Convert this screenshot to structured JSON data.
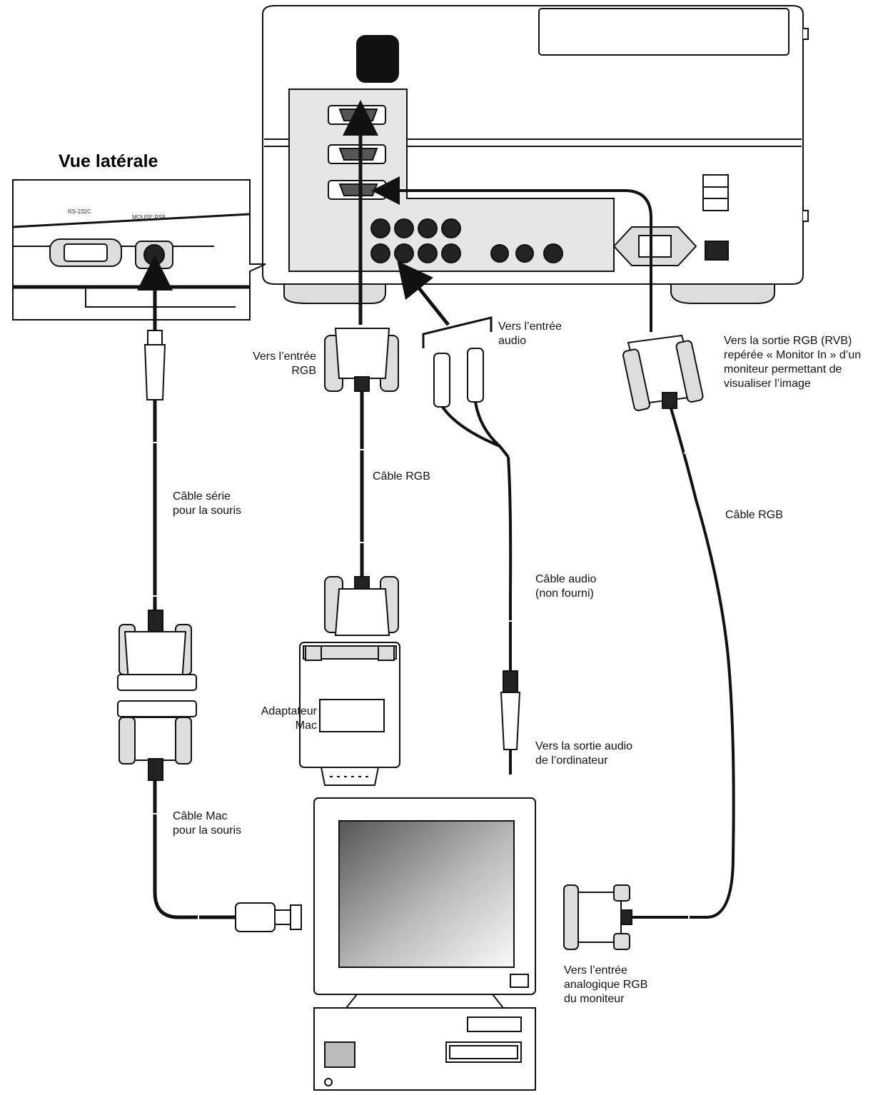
{
  "side_view": {
    "title": "Vue latérale",
    "port_labels": [
      "RS-232C",
      "MOUSE PS8"
    ]
  },
  "labels": {
    "rgb_input": [
      "Vers l’entrée",
      "RGB"
    ],
    "audio_input": [
      "Vers l’entrée",
      "audio"
    ],
    "rgb_output": [
      "Vers la sortie RGB (RVB)",
      "repérée « Monitor In » d’un",
      "moniteur permettant de",
      "visualiser l’image"
    ],
    "serial_mouse_cable": [
      "Câble série",
      "pour la souris"
    ],
    "rgb_cable_center": [
      "Câble RGB"
    ],
    "rgb_cable_right": [
      "Câble RGB"
    ],
    "audio_cable": [
      "Câble audio",
      "(non fourni)"
    ],
    "mac_adapter": [
      "Adaptateur",
      "Mac"
    ],
    "audio_output": [
      "Vers la sortie audio",
      "de l’ordinateur"
    ],
    "mac_mouse_cable": [
      "Câble Mac",
      "pour la souris"
    ],
    "monitor_rgb_input": [
      "Vers l’entrée",
      "analogique RGB",
      "du moniteur"
    ]
  },
  "colors": {
    "line": "#111111",
    "fill": "#ffffff",
    "shade": "#dddddd",
    "dark": "#222222"
  }
}
